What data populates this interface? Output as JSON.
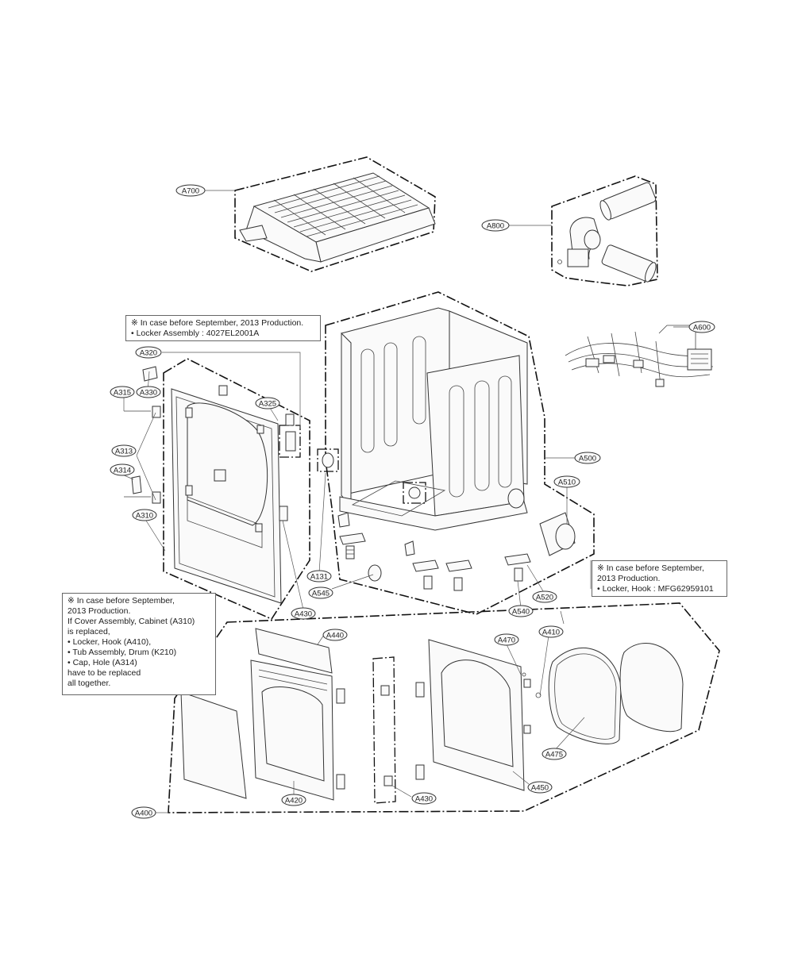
{
  "parts": {
    "A700": "A700",
    "A800": "A800",
    "A600": "A600",
    "A500": "A500",
    "A510": "A510",
    "A320": "A320",
    "A330": "A330",
    "A315": "A315",
    "A325": "A325",
    "A313": "A313",
    "A314": "A314",
    "A310": "A310",
    "A131": "A131",
    "A545": "A545",
    "A430a": "A430",
    "A540": "A540",
    "A520": "A520",
    "A410": "A410",
    "A470": "A470",
    "A440": "A440",
    "A475": "A475",
    "A450": "A450",
    "A420": "A420",
    "A430b": "A430",
    "A400": "A400"
  },
  "notes": {
    "top": {
      "line1": "※ In case before September, 2013 Production.",
      "line2": "• Locker Assembly : 4027EL2001A"
    },
    "right": {
      "line1": "※ In case before September,",
      "line2": "2013 Production.",
      "line3": "• Locker, Hook : MFG62959101"
    },
    "left": {
      "line1": "※ In case before September,",
      "line2": "2013 Production.",
      "line3": "If Cover Assembly, Cabinet (A310)",
      "line4": "is replaced,",
      "line5": "• Locker, Hook (A410),",
      "line6": "• Tub Assembly, Drum (K210)",
      "line7": "• Cap, Hole (A314)",
      "line8": "have to be replaced",
      "line9": "all together."
    }
  }
}
